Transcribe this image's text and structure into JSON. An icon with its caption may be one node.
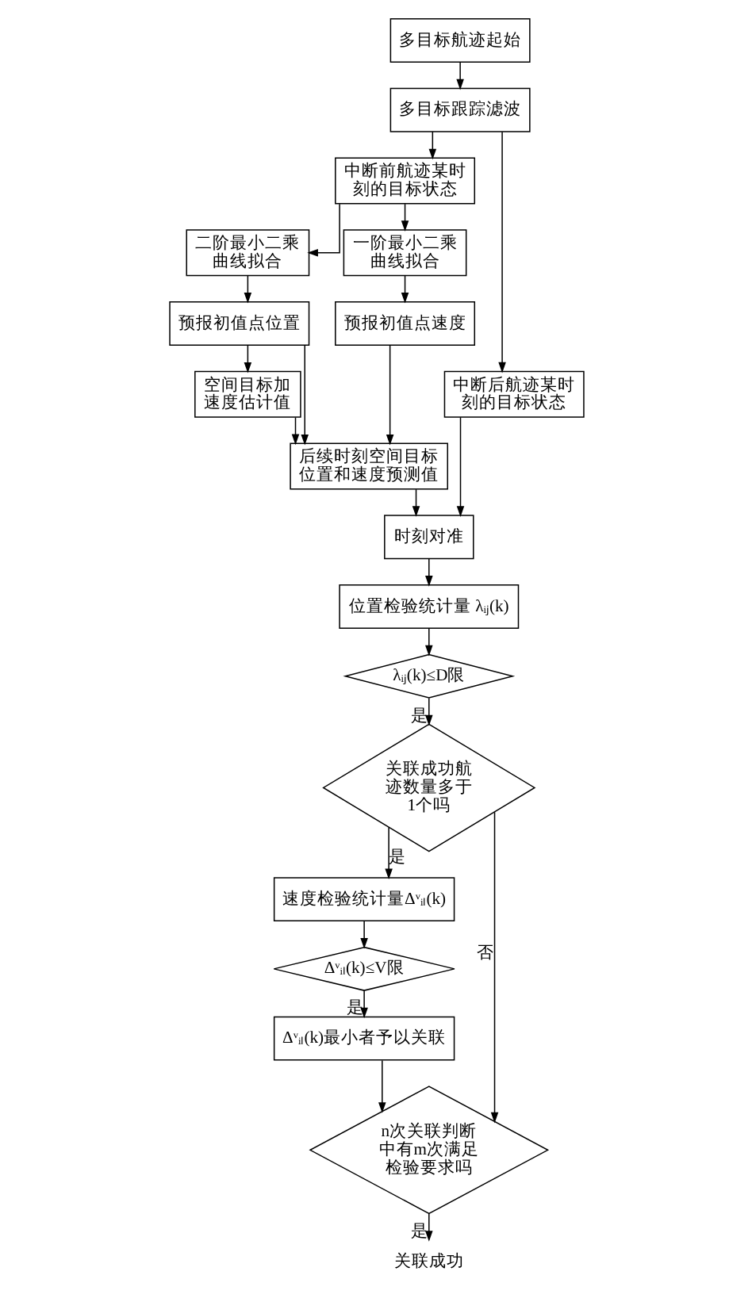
{
  "diagram": {
    "nodes": [
      {
        "text": [
          "多目标航迹起始"
        ]
      },
      {
        "text": [
          "多目标跟踪滤波"
        ]
      },
      {
        "text": [
          "中断前航迹某时刻的目标状态"
        ]
      },
      {
        "text": [
          "中断后航迹某时刻的目标状态"
        ]
      },
      {
        "text": [
          "二阶最小二乘曲线拟合"
        ]
      },
      {
        "text": [
          "一阶最小二乘曲线拟合"
        ]
      },
      {
        "text": [
          "预报初值点位置"
        ]
      },
      {
        "text": [
          "预报初值点速度"
        ]
      },
      {
        "text": [
          "空间目标加速度估计值"
        ]
      },
      {
        "text": [
          "后续时刻空间目标位置和速度预测值"
        ]
      },
      {
        "text": [
          "时刻对准"
        ]
      },
      {
        "text": [
          "位置检验统计量 λᵢⱼ(k)"
        ]
      },
      {
        "text": [
          "λᵢⱼ(k)≤D限"
        ]
      },
      {
        "text": [
          "关联成功航迹数量多于1个吗"
        ]
      },
      {
        "text": [
          "速度检验统计量Δᵛᵢₗ(k)"
        ]
      },
      {
        "text": [
          "Δᵛᵢₗ(k)≤V限"
        ]
      },
      {
        "text": [
          "Δᵛᵢₗ(k)最小者予以关联"
        ]
      },
      {
        "text": [
          "n次关联判断中有m次满足检验要求吗"
        ]
      },
      {
        "text": [
          "关联成功"
        ]
      }
    ],
    "edges": [
      {
        "from": 0,
        "to": 1,
        "arrow": "to"
      },
      {
        "from": 1,
        "to": 2,
        "arrow": "to"
      },
      {
        "from": 1,
        "to": 3,
        "arrow": "to"
      },
      {
        "from": 2,
        "to": 4,
        "arrow": "to"
      },
      {
        "from": 2,
        "to": 5,
        "arrow": "to"
      },
      {
        "from": 4,
        "to": 6,
        "arrow": "to"
      },
      {
        "from": 5,
        "to": 7,
        "arrow": "to"
      },
      {
        "from": 6,
        "to": 8,
        "arrow": "to"
      },
      {
        "from": 8,
        "to": 9,
        "arrow": "to"
      },
      {
        "from": 6,
        "to": 9,
        "arrow": "to"
      },
      {
        "from": 7,
        "to": 9,
        "arrow": "to"
      },
      {
        "from": 9,
        "to": 10,
        "arrow": "to"
      },
      {
        "from": 3,
        "to": 10,
        "arrow": "to"
      },
      {
        "from": 10,
        "to": 11,
        "arrow": "to"
      },
      {
        "from": 11,
        "to": 12,
        "arrow": "to"
      },
      {
        "from": 12,
        "to": 13,
        "arrow": "to",
        "label": "是"
      },
      {
        "from": 13,
        "to": 14,
        "arrow": "to",
        "label": "是"
      },
      {
        "from": 13,
        "to": 17,
        "arrow": "to",
        "label": "否"
      },
      {
        "from": 14,
        "to": 15,
        "arrow": "to"
      },
      {
        "from": 15,
        "to": 16,
        "arrow": "to",
        "label": "是"
      },
      {
        "from": 16,
        "to": 17,
        "arrow": "to"
      },
      {
        "from": 17,
        "to": 18,
        "arrow": "to",
        "label": "是"
      }
    ]
  }
}
